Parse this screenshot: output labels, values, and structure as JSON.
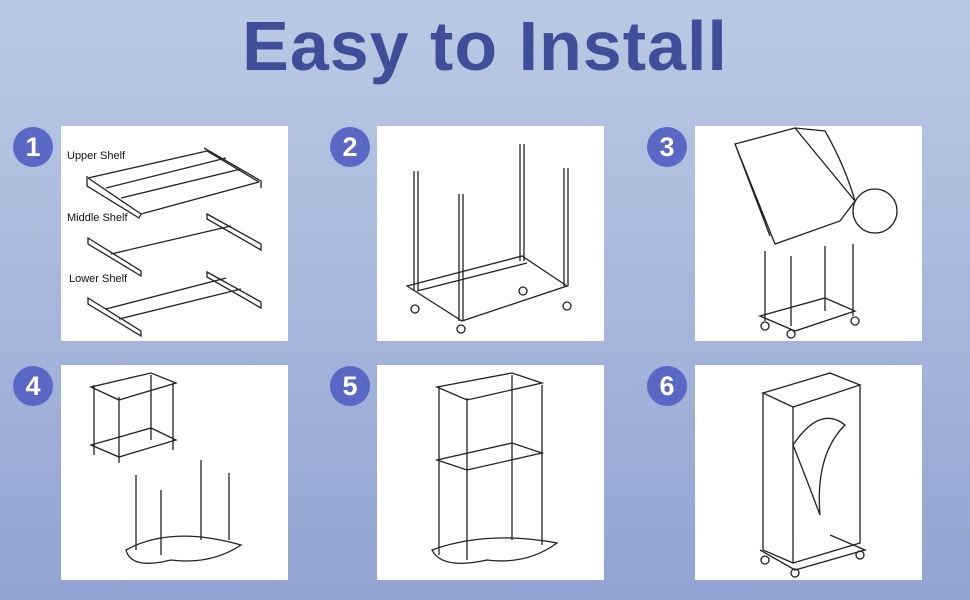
{
  "title": "Easy to Install",
  "steps": [
    {
      "number": "1",
      "labels": [
        "Upper Shelf",
        "Middle Shelf",
        "Lower Shelf"
      ]
    },
    {
      "number": "2"
    },
    {
      "number": "3"
    },
    {
      "number": "4"
    },
    {
      "number": "5"
    },
    {
      "number": "6"
    }
  ],
  "colors": {
    "title": "#404d98",
    "badge": "#5a67c4"
  }
}
